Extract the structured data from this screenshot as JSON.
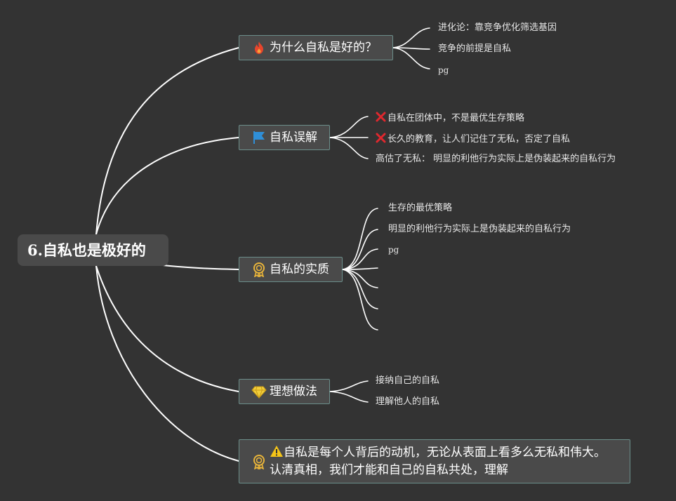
{
  "root": {
    "title": "6.自私也是极好的"
  },
  "topics": [
    {
      "label": "为什么自私是好的？",
      "icon": "fire-icon",
      "children": [
        "进化论：靠竞争优化筛选基因",
        "竞争的前提是自私",
        "pg"
      ]
    },
    {
      "label": "自私误解",
      "icon": "flag-icon",
      "children": [
        "自私在团体中，不是最优生存策略",
        "长久的教育，让人们记住了无私，否定了自私",
        "高估了无私： 明显的利他行为实际上是伪装起来的自私行为"
      ]
    },
    {
      "label": "自私的实质",
      "icon": "award-icon",
      "children": [
        "生存的最优策略",
        "明显的利他行为实际上是伪装起来的自私行为",
        "pg",
        "",
        "",
        "",
        ""
      ]
    },
    {
      "label": "理想做法",
      "icon": "diamond-icon",
      "children": [
        "接纳自己的自私",
        "理解他人的自私"
      ]
    },
    {
      "label": "自私是每个人背后的动机，无论从表面上看多么无私和伟大。 认清真相，我们才能和自己的自私共处，理解",
      "icon": "award-icon",
      "inline_icon": "warning-icon",
      "children": []
    }
  ],
  "colors": {
    "background": "#333333",
    "node_fill": "#4a4a4a",
    "node_border": "#6b8e8a",
    "line": "#ffffff",
    "fire": "#e8452c",
    "flag": "#2f8fd8",
    "award": "#e8b43a",
    "diamond": "#f2cf3b",
    "x_mark": "#e0282e",
    "warning": "#f5c518"
  }
}
